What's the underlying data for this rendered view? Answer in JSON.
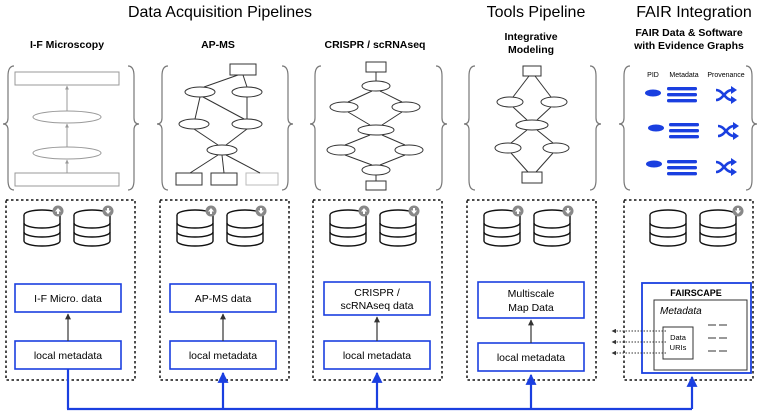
{
  "headers": {
    "acquisition": "Data Acquisition Pipelines",
    "tools": "Tools Pipeline",
    "fair": "FAIR Integration"
  },
  "pipelines": [
    {
      "title": "I-F Microscopy",
      "data_label": "I-F Micro. data",
      "meta_label": "local metadata"
    },
    {
      "title": "AP-MS",
      "data_label": "AP-MS data",
      "meta_label": "local metadata"
    },
    {
      "title": "CRISPR / scRNAseq",
      "data_label_lines": [
        "CRISPR /",
        "scRNAseq data"
      ],
      "meta_label": "local metadata"
    },
    {
      "title_lines": [
        "Integrative",
        "Modeling"
      ],
      "data_label_lines": [
        "Multiscale",
        "Map Data"
      ],
      "meta_label": "local metadata"
    }
  ],
  "fair": {
    "title_lines": [
      "FAIR Data & Software",
      "with Evidence Graphs"
    ],
    "columns": [
      "PID",
      "Metadata",
      "Provenance"
    ],
    "box_title": "FAIRSCAPE",
    "metadata_label": "Metadata",
    "uris_lines": [
      "Data",
      "URIs"
    ]
  },
  "colors": {
    "accent": "#1a3fe0",
    "line": "#000000",
    "panel_border": "#666666",
    "db_badge": "#888888"
  }
}
